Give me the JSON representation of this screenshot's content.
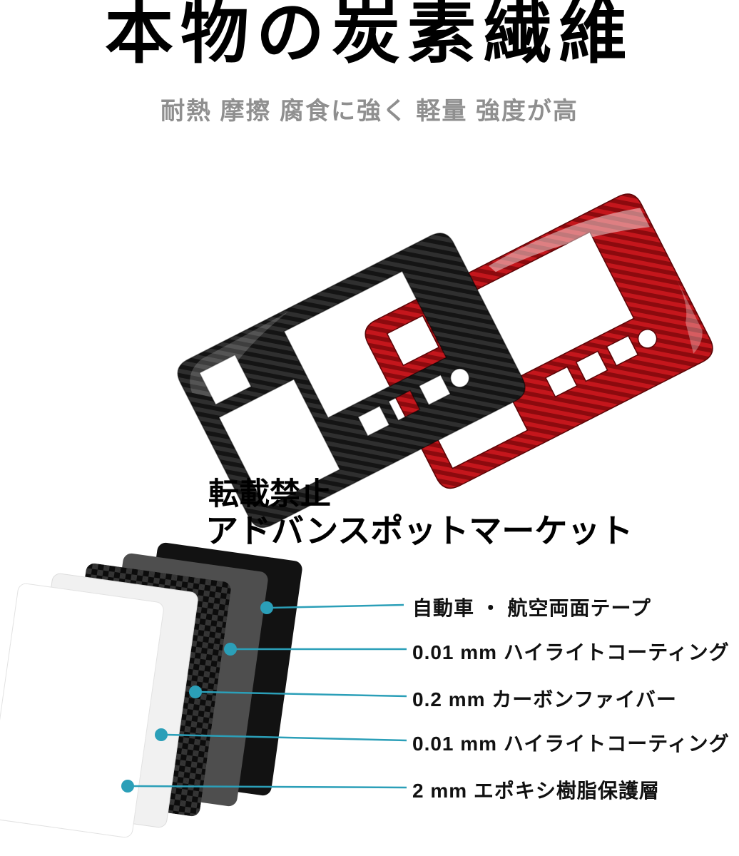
{
  "header": {
    "title": "本物の炭素繊維",
    "subtitle": "耐熱 摩擦 腐食に強く 軽量 強度が高"
  },
  "watermark": {
    "line1": "転載禁止",
    "line2": "アドバンスポットマーケット"
  },
  "product": {
    "panel_icons": [
      "red-carbon-gear-panel",
      "black-carbon-gear-panel"
    ],
    "red_carbon_color": "#c4161c",
    "black_carbon_color": "#2f2f2f"
  },
  "layer_diagram": {
    "labels": [
      "自動車 ・ 航空両面テープ",
      "0.01 mm ハイライトコーティング",
      "0.2 mm カーボンファイバー",
      "0.01 mm ハイライトコーティング",
      "2 mm エポキシ樹脂保護層"
    ]
  },
  "colors": {
    "background": "#ffffff",
    "title": "#000000",
    "subtitle": "#8f8f8f",
    "accent": "#2b9fb8"
  }
}
